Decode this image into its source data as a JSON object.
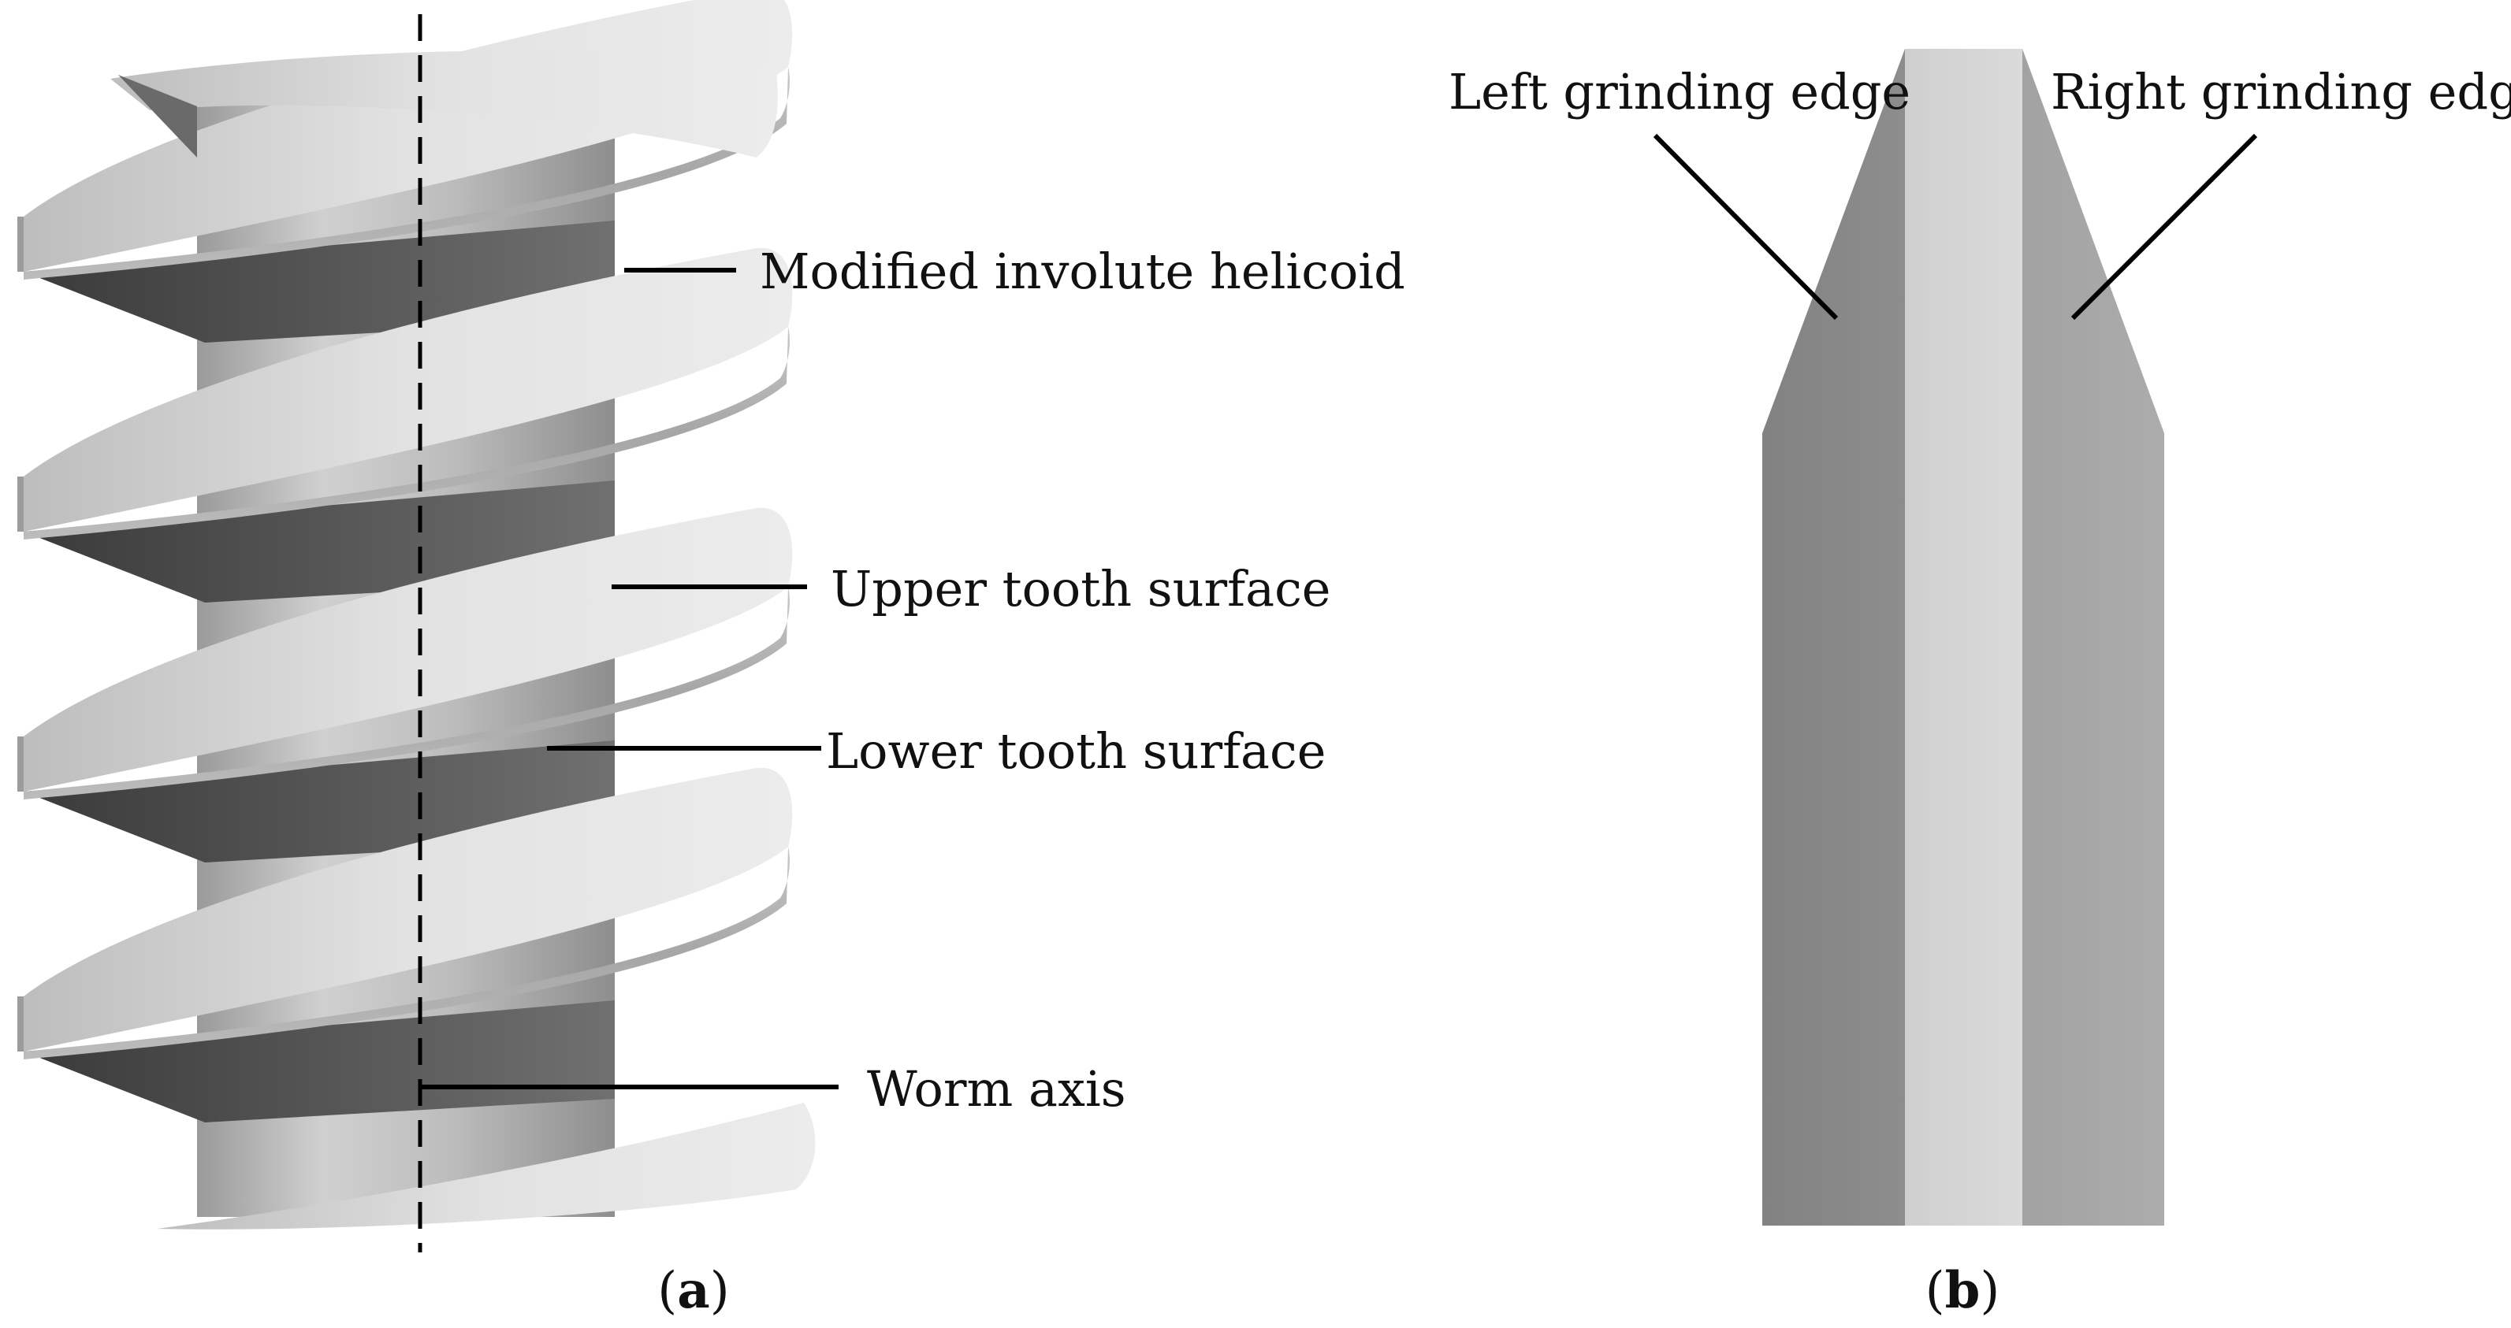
{
  "panel_a": {
    "labels": {
      "modified_involute_helicoid": "Modified involute helicoid",
      "upper_tooth_surface": "Upper tooth surface",
      "lower_tooth_surface": "Lower tooth surface",
      "worm_axis": "Worm axis"
    },
    "caption": {
      "open": "(",
      "letter": "a",
      "close": ")"
    }
  },
  "panel_b": {
    "labels": {
      "left_grinding_edge": "Left grinding edge",
      "right_grinding_edge": "Right grinding edge"
    },
    "caption": {
      "open": "(",
      "letter": "b",
      "close": ")"
    }
  },
  "colors": {
    "thread_light": "#e4e4e4",
    "thread_mid": "#b8b8b8",
    "thread_dark": "#5a5a5a",
    "core": "#c4c4c4",
    "wheel_left": "#878787",
    "wheel_center": "#d6d6d6",
    "wheel_right": "#a6a6a6"
  }
}
